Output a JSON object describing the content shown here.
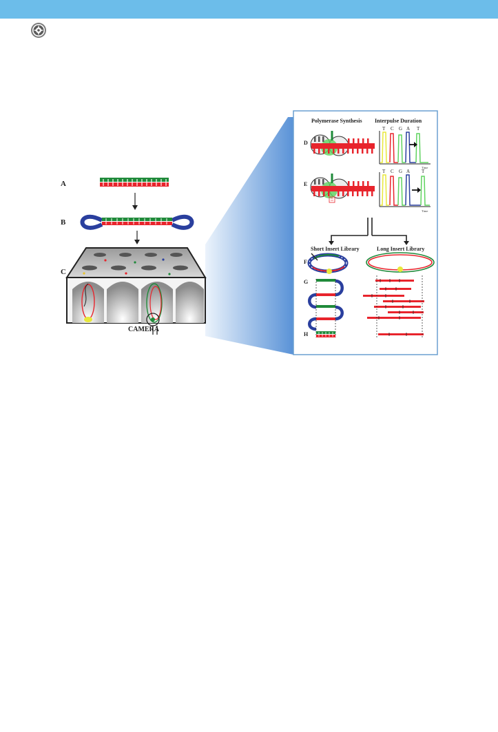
{
  "labels": {
    "a": "A",
    "b": "B",
    "c": "C",
    "d": "D",
    "e": "E",
    "f": "F",
    "g": "G",
    "h": "H",
    "camera": "CAMERA",
    "polymerase": "Polymerase Synthesis",
    "interpulse": "Interpulse Duration",
    "short_insert": "Short Insert Library",
    "long_insert": "Long Insert Library",
    "time": "Time",
    "bases": [
      "T",
      "C",
      "G",
      "A",
      "T"
    ]
  },
  "colors": {
    "top_bar": "#6cbdea",
    "dna_red": "#e8242c",
    "dna_green": "#1f8a3a",
    "adapter_blue": "#2a3f9e",
    "panel_border": "#6a9fd0"
  },
  "icons": [
    "seal-logo-icon"
  ]
}
